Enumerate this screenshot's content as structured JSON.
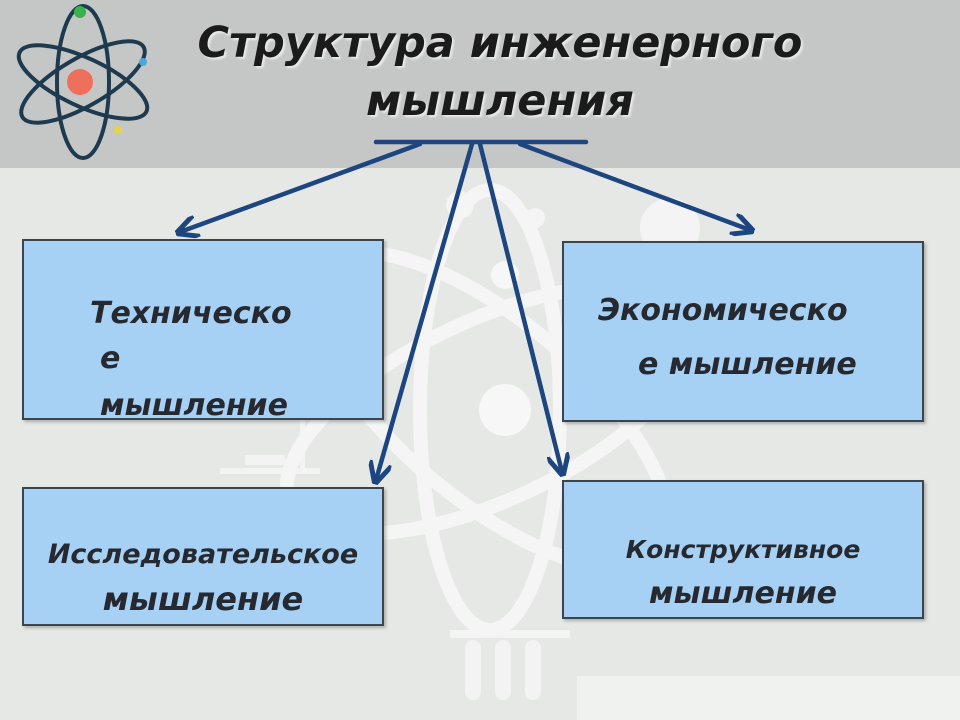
{
  "title": {
    "line1": "Структура инженерного",
    "line2": "мышления"
  },
  "boxes": {
    "technical": {
      "line1": "Техническо",
      "line2": "е",
      "line3": "мышление"
    },
    "economic": {
      "line1": "Экономическо",
      "line2": "е  мышление"
    },
    "research": {
      "line1": "Исследовательское",
      "line2": "мышление"
    },
    "constructive": {
      "line1": "Конструктивное",
      "line2": "мышление"
    }
  },
  "colors": {
    "header": "#c5c7c6",
    "background": "#e6e8e6",
    "box_fill": "#a6d0f4",
    "arrow": "#1d4680"
  }
}
